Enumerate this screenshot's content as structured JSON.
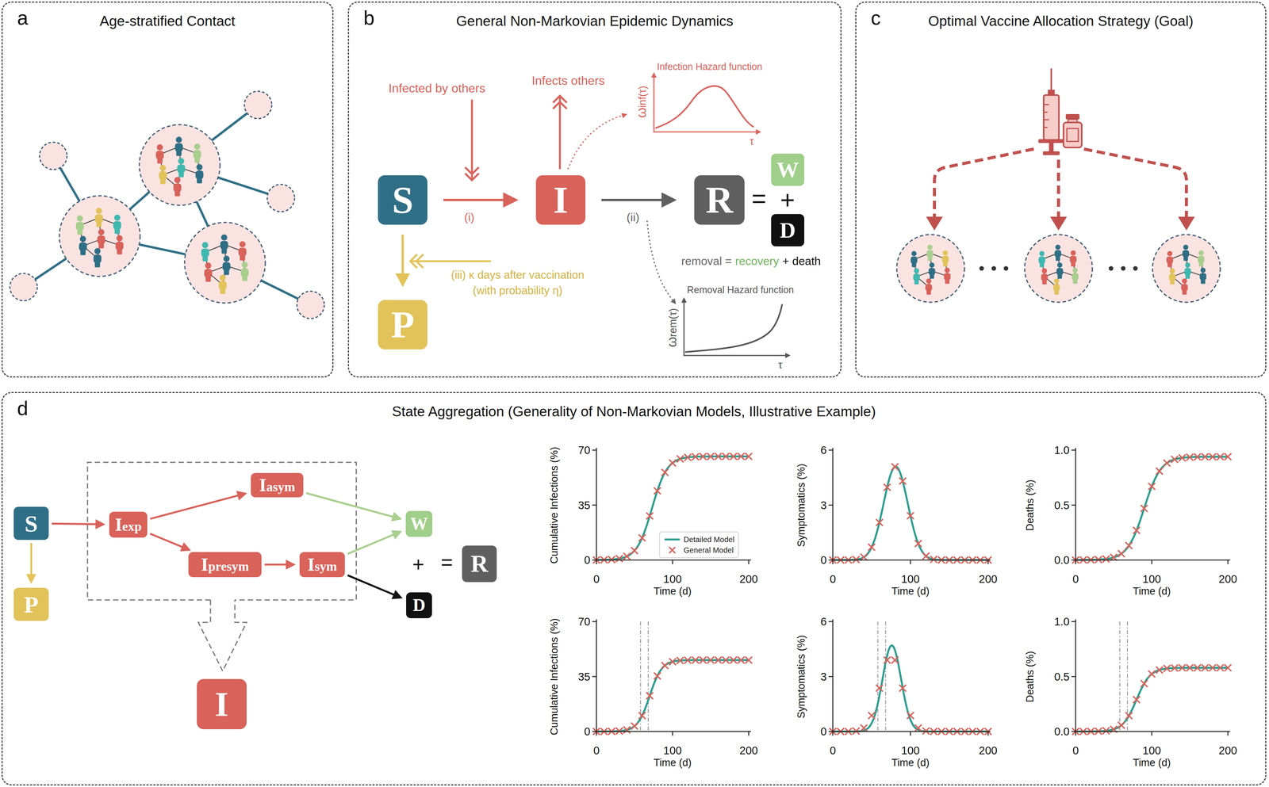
{
  "diagram": {
    "nodes": [
      {
        "text": [
          "a",
          "Age-stratified Contact"
        ]
      },
      {
        "text": [
          "b",
          "General Non-Markovian Epidemic Dynamics"
        ]
      },
      {
        "text": [
          "S"
        ],
        "in": 1
      },
      {
        "text": [
          "I"
        ],
        "in": 1
      },
      {
        "text": [
          "R"
        ],
        "in": 1
      },
      {
        "text": [
          "W"
        ],
        "in": 1
      },
      {
        "text": [
          "D"
        ],
        "in": 1
      },
      {
        "text": [
          "P"
        ],
        "in": 1
      },
      {
        "text": [
          "c",
          "Optimal Vaccine Allocation Strategy (Goal)"
        ]
      },
      {
        "text": [
          "d",
          "State Aggregation (Generality of Non-Markovian Models, Illustrative Example)"
        ]
      },
      {
        "text": [
          "S"
        ],
        "in": 9
      },
      {
        "text": [
          "Iexp"
        ],
        "in": 9
      },
      {
        "text": [
          "Iasym"
        ],
        "in": 9
      },
      {
        "text": [
          "Ipresym"
        ],
        "in": 9
      },
      {
        "text": [
          "Isym"
        ],
        "in": 9
      },
      {
        "text": [
          "W"
        ],
        "in": 9
      },
      {
        "text": [
          "D"
        ],
        "in": 9
      },
      {
        "text": [
          "R"
        ],
        "in": 9
      },
      {
        "text": [
          "P"
        ],
        "in": 9
      },
      {
        "text": [
          "I"
        ],
        "in": 9
      }
    ],
    "edges": [
      {
        "from": 2,
        "to": 3,
        "arrow": "to",
        "label": "(i)"
      },
      {
        "from": 3,
        "to": 4,
        "arrow": "to",
        "label": "(ii)"
      },
      {
        "from": 2,
        "to": 7,
        "arrow": "to",
        "label": "(iii) κ days after vaccination (with probability η)"
      },
      {
        "from": 10,
        "to": 11,
        "arrow": "to"
      },
      {
        "from": 10,
        "to": 18,
        "arrow": "to"
      },
      {
        "from": 11,
        "to": 12,
        "arrow": "to"
      },
      {
        "from": 11,
        "to": 13,
        "arrow": "to"
      },
      {
        "from": 13,
        "to": 14,
        "arrow": "to"
      },
      {
        "from": 12,
        "to": 15,
        "arrow": "to"
      },
      {
        "from": 14,
        "to": 15,
        "arrow": "to"
      },
      {
        "from": 14,
        "to": 16,
        "arrow": "to"
      }
    ],
    "labels": [
      "Infected by others",
      "Infects others",
      "Infection Hazard function",
      "ωinf(τ)",
      "τ",
      "Removal Hazard function",
      "ωrem(τ)",
      "τ",
      "=",
      "+",
      "removal =",
      "recovery",
      "+ death",
      "+",
      "=",
      "Cumulative Infections (%)",
      "0",
      "35",
      "70",
      "0",
      "100",
      "200",
      "Time (d)",
      "Symptomatics (%)",
      "0",
      "3",
      "6",
      "0",
      "100",
      "200",
      "Time (d)",
      "Deaths (%)",
      "0.0",
      "0.5",
      "1.0",
      "0",
      "100",
      "200",
      "Time (d)",
      "Cumulative Infections (%)",
      "0",
      "35",
      "70",
      "0",
      "100",
      "200",
      "Time (d)",
      "Symptomatics (%)",
      "0",
      "3",
      "6",
      "0",
      "100",
      "200",
      "Time (d)",
      "Deaths (%)",
      "0.0",
      "0.5",
      "1.0",
      "0",
      "100",
      "200",
      "Time (d)"
    ],
    "legend": [
      {
        "text": "Detailed Model"
      },
      {
        "text": "General Model"
      }
    ]
  }
}
